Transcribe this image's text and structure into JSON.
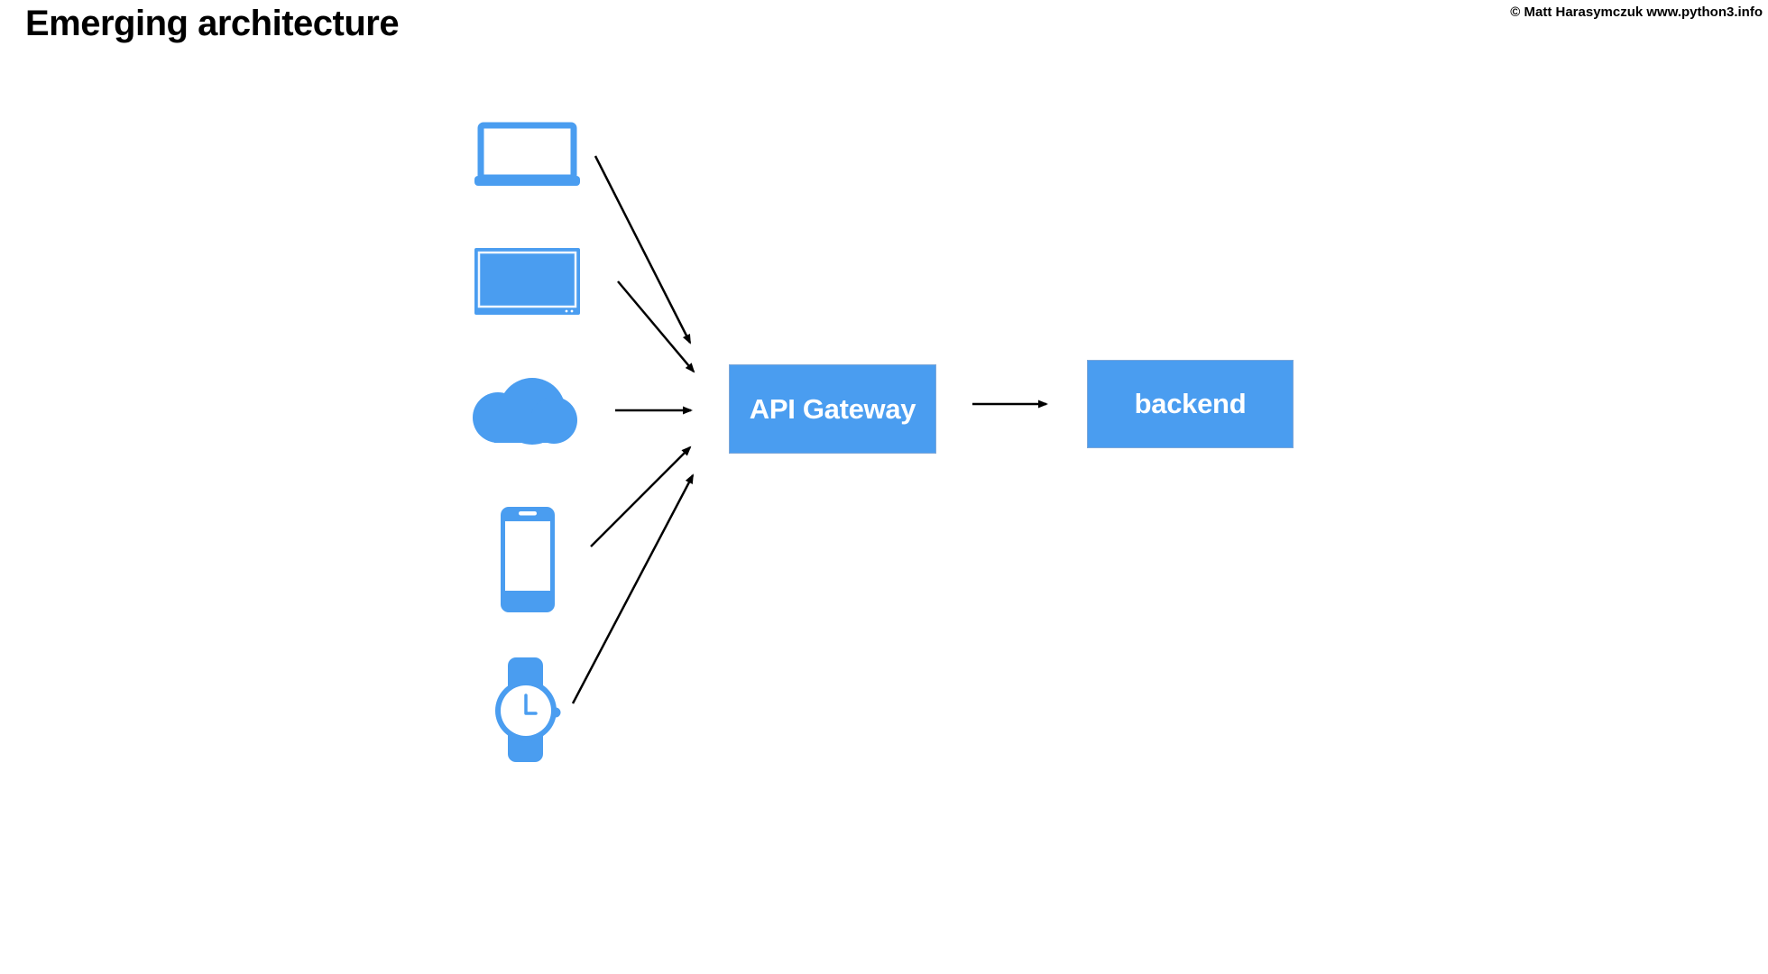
{
  "header": {
    "title": "Emerging architecture",
    "copyright": "© Matt Harasymczuk www.python3.info"
  },
  "colors": {
    "accent_blue": "#4A9DF0",
    "text_on_blue": "#FFFFFF",
    "arrow": "#000000",
    "background": "#FFFFFF"
  },
  "diagram": {
    "clients": [
      {
        "icon": "laptop-icon"
      },
      {
        "icon": "tv-icon"
      },
      {
        "icon": "cloud-icon"
      },
      {
        "icon": "smartphone-icon"
      },
      {
        "icon": "smartwatch-icon"
      }
    ],
    "nodes": {
      "api_gateway": {
        "label": "API Gateway"
      },
      "backend": {
        "label": "backend"
      }
    },
    "edges": [
      {
        "from": "laptop",
        "to": "api-gateway"
      },
      {
        "from": "tv",
        "to": "api-gateway"
      },
      {
        "from": "cloud",
        "to": "api-gateway"
      },
      {
        "from": "smartphone",
        "to": "api-gateway"
      },
      {
        "from": "smartwatch",
        "to": "api-gateway"
      },
      {
        "from": "api-gateway",
        "to": "backend"
      }
    ]
  }
}
